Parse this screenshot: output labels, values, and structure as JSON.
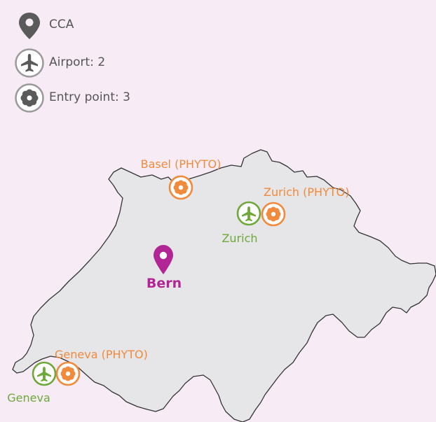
{
  "legend": {
    "items": [
      {
        "id": "cca",
        "icon": "map-pin-icon",
        "label": "CCA"
      },
      {
        "id": "airport",
        "icon": "airplane-icon",
        "label": "Airport: 2"
      },
      {
        "id": "entry",
        "icon": "flower-icon",
        "label": "Entry point: 3"
      }
    ]
  },
  "map": {
    "country": "Switzerland",
    "capital": {
      "label": "Bern",
      "color": "#b22594"
    },
    "labels": {
      "basel_phyto": "Basel (PHYTO)",
      "zurich_phyto": "Zurich (PHYTO)",
      "zurich_airport": "Zurich",
      "geneva_phyto": "Geneva (PHYTO)",
      "geneva_airport": "Geneva"
    }
  },
  "colors": {
    "background": "#f7ecf5",
    "land": "#e6e6e8",
    "border": "#333333",
    "airport": "#6ea83a",
    "entry_point": "#f08a3c",
    "cca": "#b22594",
    "legend_gray": "#666666"
  }
}
